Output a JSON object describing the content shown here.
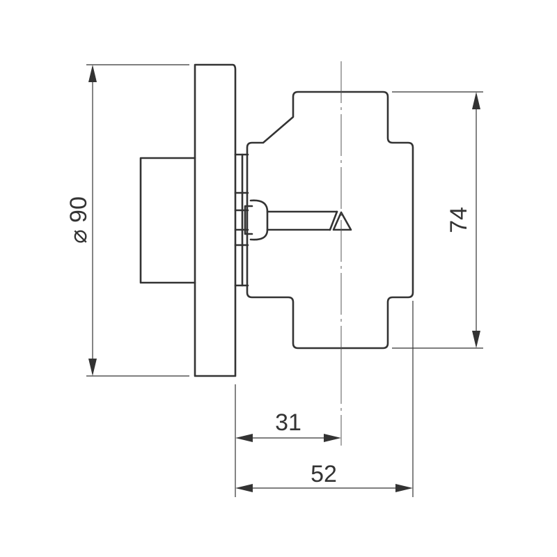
{
  "dimensions": {
    "diameter_label": "⌀ 90",
    "height_label": "74",
    "offset_label": "31",
    "depth_label": "52"
  },
  "colors": {
    "line": "#333333",
    "background": "#ffffff"
  }
}
